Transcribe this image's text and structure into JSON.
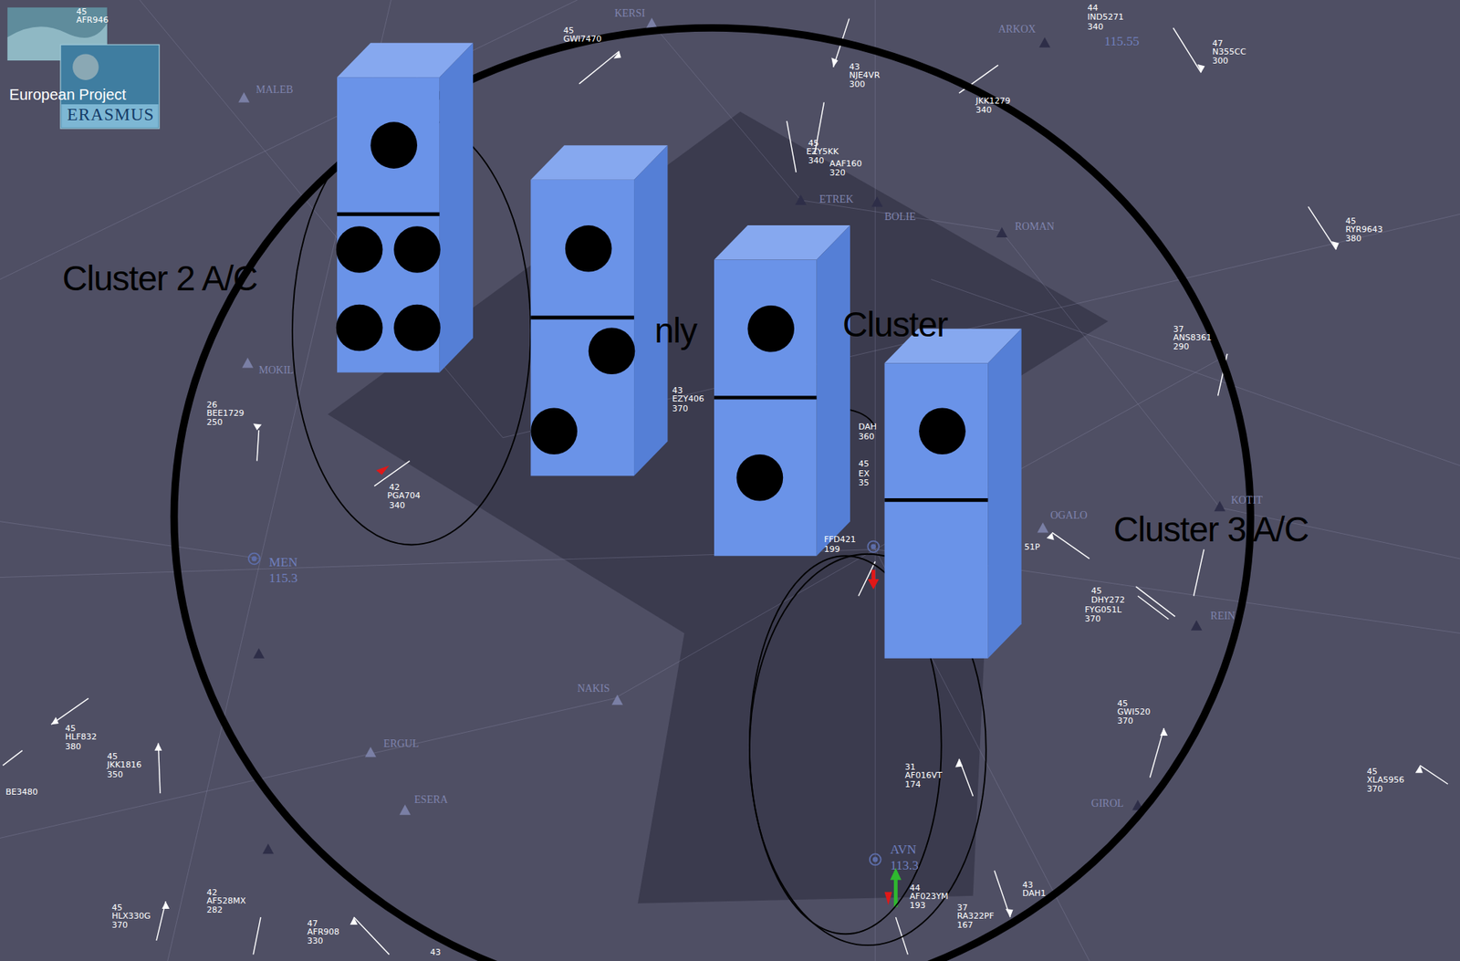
{
  "diagram": {
    "labels": [
      "European Project",
      "ERASMUS",
      "Cluster 2 A/C",
      "nly",
      "Cluster",
      "Cluster 3 A/C",
      "MALEB",
      "KERSI",
      "ARKOX",
      "ETREK",
      "BOLIE",
      "ROMAN",
      "MOKIL",
      "MEN",
      "115.3",
      "NAKIS",
      "ERGUL",
      "ESERA",
      "OGALO",
      "KOTIT",
      "REIN",
      "GIROL",
      "AVN",
      "113.3",
      "115.55",
      "45",
      "AFR946",
      "45",
      "GWI7470",
      "44",
      "IND5271",
      "340",
      "47",
      "N355CC",
      "300",
      "43",
      "NJE4VR",
      "300",
      "JKK1279",
      "340",
      "45",
      "EZY5KK",
      "340",
      "AAF160",
      "320",
      "45",
      "RYR9643",
      "380",
      "37",
      "ANS8361",
      "290",
      "26",
      "BEE1729",
      "250",
      "42",
      "PGA704",
      "340",
      "43",
      "EZY406",
      "370",
      "DAH",
      "360",
      "45",
      "EX",
      "35",
      "FFD421",
      "199",
      "51P",
      "45",
      "DHY272",
      "FYG051L",
      "370",
      "45",
      "HLF832",
      "380",
      "45",
      "JKK1816",
      "350",
      "BE3480",
      "45",
      "GWI520",
      "370",
      "31",
      "AF016VT",
      "174",
      "45",
      "XLA5956",
      "370",
      "44",
      "AF023YM",
      "193",
      "37",
      "RA322PF",
      "167",
      "43",
      "DAH1",
      "45",
      "HLX330G",
      "370",
      "42",
      "AF528MX",
      "282",
      "47",
      "AFR908",
      "330",
      "43"
    ]
  }
}
